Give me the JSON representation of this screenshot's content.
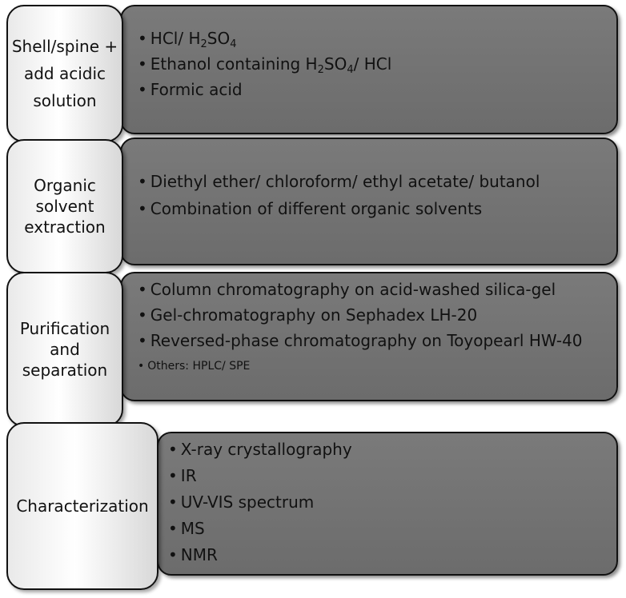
{
  "steps": [
    {
      "label": [
        "Shell/spine +",
        "add acidic",
        "solution"
      ],
      "items": [
        {
          "parts": [
            "HCl/ H",
            "2",
            "SO",
            "4",
            ""
          ]
        },
        {
          "parts": [
            "Ethanol containing H",
            "2",
            "SO",
            "4",
            "/ HCl"
          ]
        },
        {
          "text": "Formic acid"
        }
      ]
    },
    {
      "label": [
        "Organic",
        "solvent",
        "extraction"
      ],
      "items": [
        {
          "text": "Diethyl ether/ chloroform/ ethyl acetate/ butanol"
        },
        {
          "text": "Combination of different organic solvents"
        }
      ]
    },
    {
      "label": [
        "Purification",
        "and",
        "separation"
      ],
      "items": [
        {
          "text": "Column chromatography on acid-washed silica-gel"
        },
        {
          "text": "Gel-chromatography on Sephadex LH-20"
        },
        {
          "text": "Reversed-phase chromatography on Toyopearl HW-40"
        },
        {
          "text": "Others: HPLC/ SPE"
        }
      ]
    },
    {
      "label": [
        "Characterization"
      ],
      "items": [
        {
          "text": "X-ray crystallography"
        },
        {
          "text": "IR"
        },
        {
          "text": "UV-VIS spectrum"
        },
        {
          "text": "MS"
        },
        {
          "text": "NMR"
        }
      ]
    }
  ]
}
